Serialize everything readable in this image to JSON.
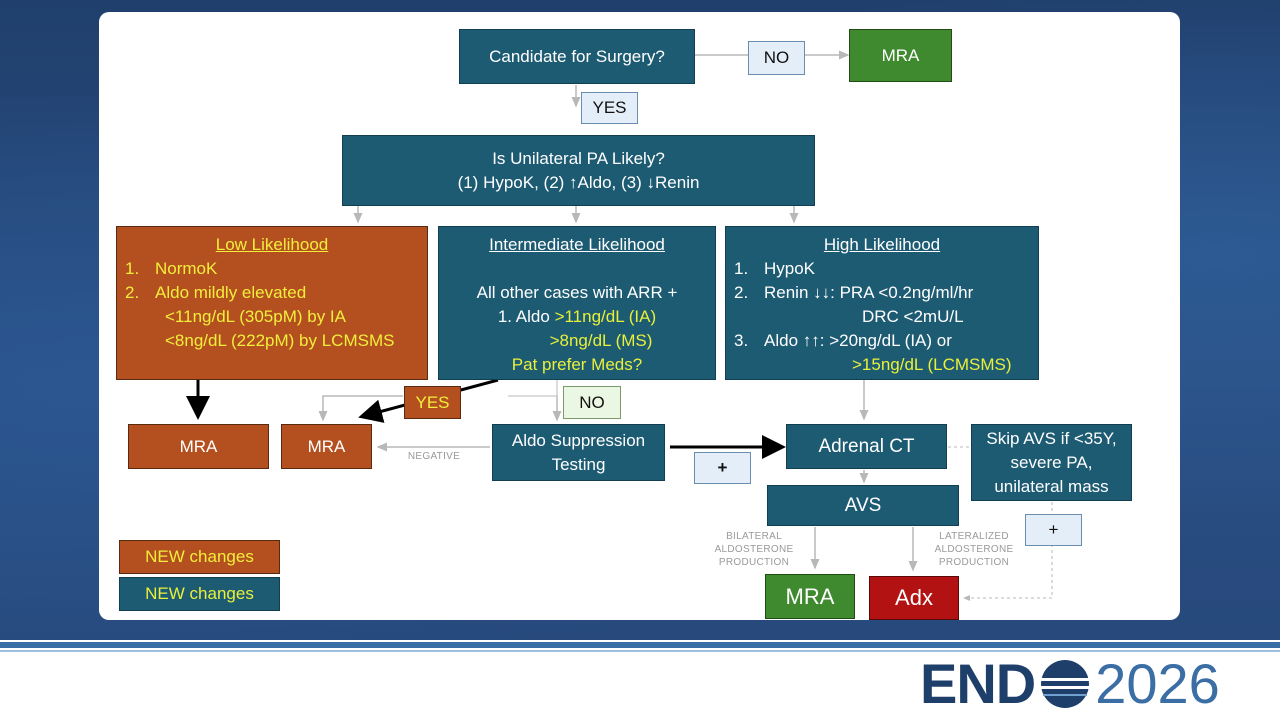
{
  "flow": {
    "candidate": "Candidate for Surgery?",
    "no_label": "NO",
    "mra_top": "MRA",
    "yes_label": "YES",
    "unilateral_line1": "Is Unilateral PA Likely?",
    "unilateral_line2": "(1) HypoK, (2) ↑Aldo, (3) ↓Renin",
    "low": {
      "title": "Low Likelihood",
      "item1": "NormoK",
      "item2": "Aldo mildly elevated",
      "item2a": "<11ng/dL (305pM) by IA",
      "item2b": "<8ng/dL (222pM) by LCMSMS"
    },
    "intermediate": {
      "title": "Intermediate Likelihood",
      "line1": "All other cases with ARR +",
      "line2_prefix": "1. Aldo ",
      "line2_value": ">11ng/dL (IA)",
      "line3_value": ">8ng/dL (MS)",
      "line4": "Pat prefer Meds?"
    },
    "high": {
      "title": "High Likelihood",
      "item1": "HypoK",
      "item2": "Renin ↓↓: PRA <0.2ng/ml/hr",
      "item2b": "DRC <2mU/L",
      "item3": "Aldo ↑↑: >20ng/dL (IA) or",
      "item3b": ">15ng/dL (LCMSMS)"
    },
    "mra_left": "MRA",
    "mra_mid": "MRA",
    "yes_mid": "YES",
    "no_mid": "NO",
    "aldo_suppression": "Aldo Suppression Testing",
    "negative_label": "NEGATIVE",
    "plus_label": "+",
    "adrenal_ct": "Adrenal CT",
    "skip_avs": "Skip AVS if <35Y, severe PA, unilateral mass",
    "plus_right": "+",
    "avs": "AVS",
    "bilateral_label": "BILATERAL ALDOSTERONE PRODUCTION",
    "lateralized_label": "LATERALIZED ALDOSTERONE PRODUCTION",
    "mra_bottom": "MRA",
    "adx": "Adx"
  },
  "legend": {
    "orange_label": "NEW changes",
    "teal_label": "NEW changes"
  },
  "footer": {
    "brand_bold": "END",
    "brand_year": "2026"
  },
  "colors": {
    "teal": "#1d5b73",
    "orange": "#b4501f",
    "green": "#3f8a2f",
    "red": "#b31212",
    "highlight_yellow": "#f2ee3c",
    "brand_navy": "#1f3f6b"
  }
}
